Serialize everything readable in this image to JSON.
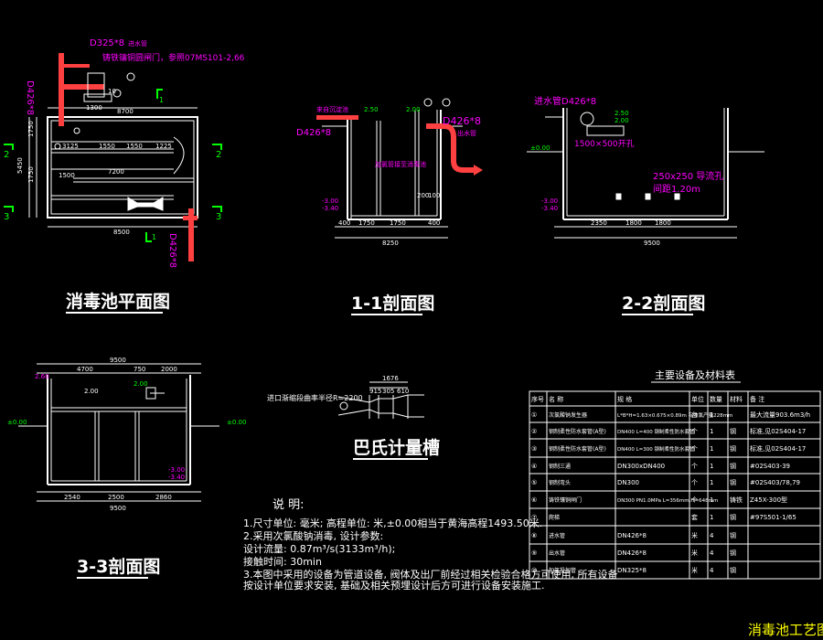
{
  "titles": {
    "plan": "消毒池平面图",
    "s11": "1-1剖面图",
    "s22": "2-2剖面图",
    "s33": "3-3剖面图",
    "flume": "巴氏计量槽",
    "table": "主要设备及材料表",
    "drawing": "消毒池工艺图"
  },
  "plan": {
    "pipe_in": "D325*8",
    "pipe_in_note": "进水管",
    "gate_note": "铸铁镶铜圆闸门，参照07MS101-2,66",
    "pipe_left": "D426*8",
    "pipe_out": "D426*8",
    "dims_top": [
      "1300",
      "8700"
    ],
    "dims_inner": [
      "3125",
      "1550",
      "1550",
      "1225"
    ],
    "dim_mid": "7200",
    "dim_low": "1500",
    "dims_left": [
      "1750",
      "1750",
      "5450"
    ],
    "dim_bottom": "8500",
    "marks": [
      "2",
      "2",
      "3",
      "3",
      "1",
      "1"
    ],
    "note_small": "10"
  },
  "s11": {
    "pipe_in": "D426*8",
    "pipe_out": "D426*8",
    "label_left": "来自沉淀池",
    "label_right": "出水管",
    "note": "加氯管接至消毒池",
    "elev": [
      "2.50",
      "2.00",
      "-3.00",
      "-3.40"
    ],
    "dims": [
      "400",
      "1750",
      "1750",
      "400"
    ],
    "dim_total": "8250",
    "small": [
      "200",
      "100"
    ]
  },
  "s22": {
    "pipe": "进水管D426*8",
    "opening": "1500×500开孔",
    "opening2": "250x250 导流孔",
    "opening3": "间距1.20m",
    "elev": [
      "2.50",
      "2.00",
      "±0.00",
      "-3.00",
      "-3.40"
    ],
    "dims": [
      "2350",
      "1800",
      "1800"
    ],
    "dim_total": "9500"
  },
  "s33": {
    "elev": [
      "2.60",
      "±0.00",
      "-3.00",
      "-3.40",
      "2.00",
      "±0.00"
    ],
    "dims_top": [
      "4700",
      "750",
      "2000"
    ],
    "dims_bottom": [
      "2540",
      "2500",
      "2860"
    ],
    "dim_total_top": "9500",
    "dim_total_bottom": "9500",
    "dim_inner": "2.00"
  },
  "flume": {
    "label": "进口渐缩段曲率半径R=2200",
    "dims": [
      "1676",
      "915",
      "305",
      "610"
    ]
  },
  "notes": {
    "heading": "说 明:",
    "lines": [
      "1.尺寸单位: 毫米; 高程单位: 米,±0.00相当于黄海高程1493.50米.",
      "2.采用次氯酸钠消毒, 设计参数:",
      "  设计流量: 0.87m³/s(3133m³/h);",
      "  接触时间: 30min",
      "3.本图中采用的设备为管道设备, 阀体及出厂前经过相关检验合格方可使用, 所有设备",
      "  按设计单位要求安装, 基础及相关预埋设计后方可进行设备安装施工."
    ]
  },
  "table": {
    "headers": [
      "序号",
      "名  称",
      "规  格",
      "单位",
      "数量",
      "材料",
      "备  注"
    ],
    "rows": [
      [
        "①",
        "次氯酸钠发生器",
        "L*B*H=1.63×0.675×0.89m 有效氯产量228mm",
        "台",
        "1",
        "",
        "最大流量903.6m3/h"
      ],
      [
        "②",
        "钢制柔性防水套管(A型)",
        "DN400 L=400 钢制柔性防水套管",
        "个",
        "1",
        "钢",
        "标准,见02S404-17"
      ],
      [
        "③",
        "钢制柔性防水套管(A型)",
        "DN400 L=300 钢制柔性防水套管",
        "个",
        "1",
        "钢",
        "标准,见02S404-17"
      ],
      [
        "④",
        "钢制三通",
        "DN300xDN400",
        "个",
        "1",
        "钢",
        "#02S403-39"
      ],
      [
        "⑤",
        "钢制弯头",
        "DN300",
        "个",
        "1",
        "钢",
        "#02S403/78,79"
      ],
      [
        "⑥",
        "铸铁镶铜闸门",
        "DN300 PN1.0MPa L=356mm,H=648mm",
        "个",
        "1",
        "铸铁",
        "Z45X-300型"
      ],
      [
        "⑦",
        "爬梯",
        "",
        "套",
        "1",
        "钢",
        "#97S501-1/65"
      ],
      [
        "⑧",
        "进水管",
        "DN426*8",
        "米",
        "4",
        "钢",
        ""
      ],
      [
        "⑨",
        "出水管",
        "DN426*8",
        "米",
        "4",
        "钢",
        ""
      ],
      [
        "⑩",
        "加氯投加管",
        "DN325*8",
        "米",
        "4",
        "钢",
        ""
      ]
    ]
  },
  "colors": {
    "background": "#000000",
    "line": "#ffffff",
    "pipe": "#ff4040",
    "magenta": "#ff00ff",
    "green": "#00ff00",
    "yellow": "#ffff00"
  }
}
